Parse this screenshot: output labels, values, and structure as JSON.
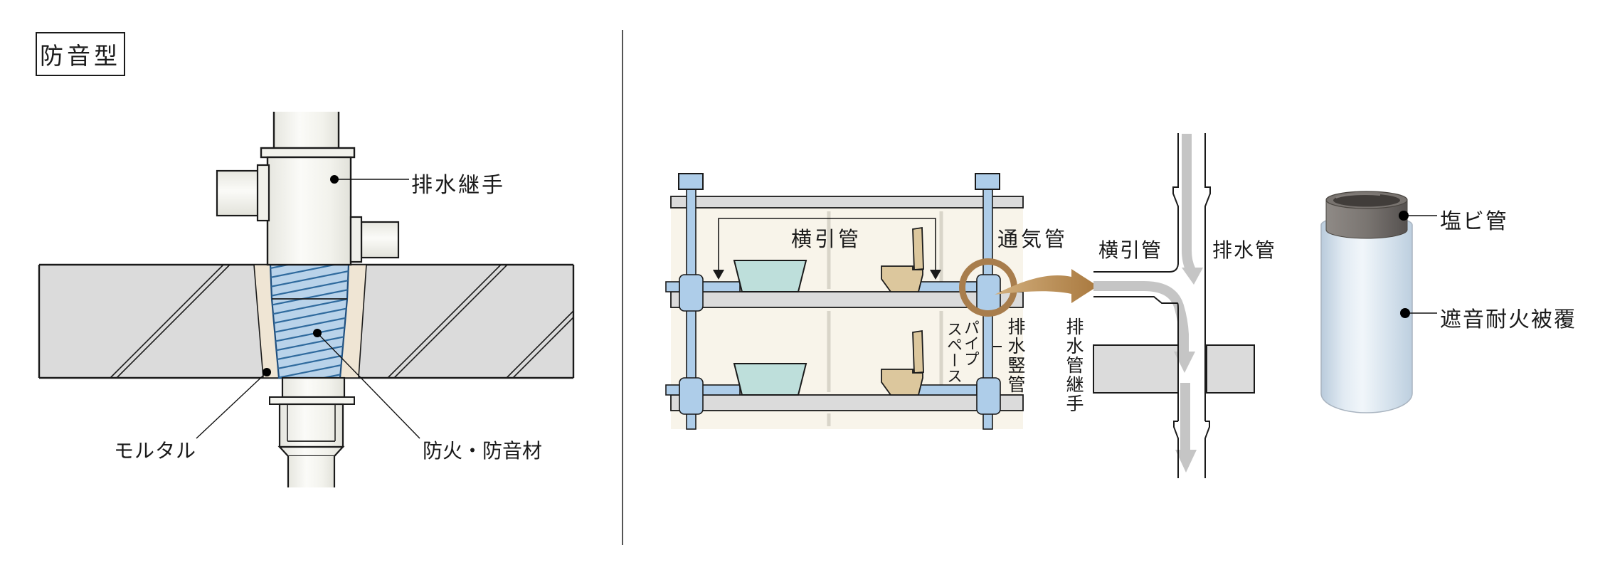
{
  "title_box": {
    "label": "防音型"
  },
  "left_diagram": {
    "labels": {
      "drain_fitting": "排水継手",
      "mortar": "モルタル",
      "fire_sound_material": "防火・防音材"
    }
  },
  "middle_diagram": {
    "labels": {
      "horizontal_pipe": "横引管",
      "vent_pipe": "通気管",
      "pipe_space_line1": "パイプ",
      "pipe_space_line2": "スペース",
      "drain_stack": "排水竪管"
    }
  },
  "detail_diagram": {
    "labels": {
      "drain_pipe_fitting": "排水管継手",
      "horizontal_pipe": "横引管",
      "drain_pipe": "排水管"
    }
  },
  "right_figure": {
    "labels": {
      "pvc_pipe": "塩ビ管",
      "sound_fire_covering": "遮音耐火被覆"
    }
  },
  "colors": {
    "line-black": "#1a1a1a",
    "slab-gray": "#dbdbdb",
    "room-cream": "#f8f4ea",
    "pipe-blue": "#aecde9",
    "sink-teal": "#bedfdb",
    "toilet-tan": "#dcc79d",
    "mortar-beige": "#efe5d4",
    "insul-blue": "#b9d3ea",
    "insul-outline": "#1f4e7d",
    "hatch-blue": "#2f6a9d",
    "flow-gray": "#c5c5c5",
    "accent-brown": "#a87d4c",
    "faint-wall": "#d9d5c9",
    "cylinder-blue": "#dce7f0",
    "pvc-dark": "#6e6965"
  }
}
